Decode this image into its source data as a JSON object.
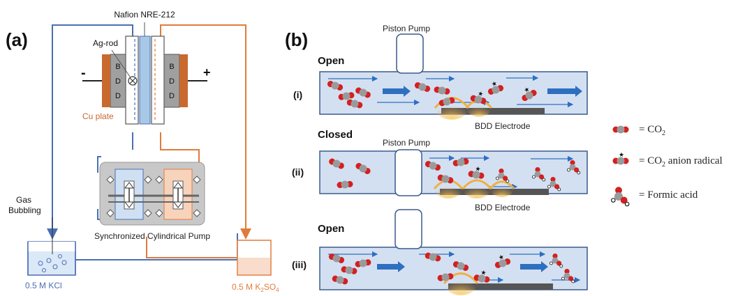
{
  "panel_a": {
    "label": "(a)",
    "membrane": "Nafion NRE-212",
    "ag_rod": "Ag-rod",
    "left_electrode": [
      "B",
      "D",
      "D"
    ],
    "right_electrode": [
      "B",
      "D",
      "D"
    ],
    "minus_sign": "-",
    "plus_sign": "+",
    "cu_plate": "Cu plate",
    "gas_bubbling_line1": "Gas",
    "gas_bubbling_line2": "Bubbling",
    "pump_caption": "Synchronized Cylindrical Pump",
    "kcl_label": "0.5 M KCl",
    "k2so4_prefix": "0.5 M K",
    "k2so4_sub1": "2",
    "k2so4_mid": "SO",
    "k2so4_sub2": "4"
  },
  "panel_b": {
    "label": "(b)",
    "stages": [
      {
        "state": "Open",
        "roman": "(i)",
        "pump_label": "Piston Pump",
        "electrode_label": "BDD Electrode"
      },
      {
        "state": "Closed",
        "roman": "(ii)",
        "pump_label": "Piston Pump",
        "electrode_label": "BDD Electrode"
      },
      {
        "state": "Open",
        "roman": "(iii)"
      }
    ]
  },
  "legend": {
    "co2_prefix": "= CO",
    "co2_sub": "2",
    "radical_prefix": "= CO",
    "radical_sub": "2",
    "radical_suffix": " anion radical",
    "formic": "= Formic acid"
  },
  "colors": {
    "blue_line": "#4a6fb5",
    "orange_line": "#e07b3c",
    "channel_fill": "#d3e0f2",
    "channel_border": "#3a5a8c",
    "bdd_gray": "#9a9a9a",
    "cu_orange": "#c8692e",
    "oxygen_red": "#d42020",
    "carbon_gray": "#9a9a9a",
    "arrow_blue": "#2e6fc0",
    "glow_orange": "#f0b040",
    "electrode_dark": "#555555"
  }
}
